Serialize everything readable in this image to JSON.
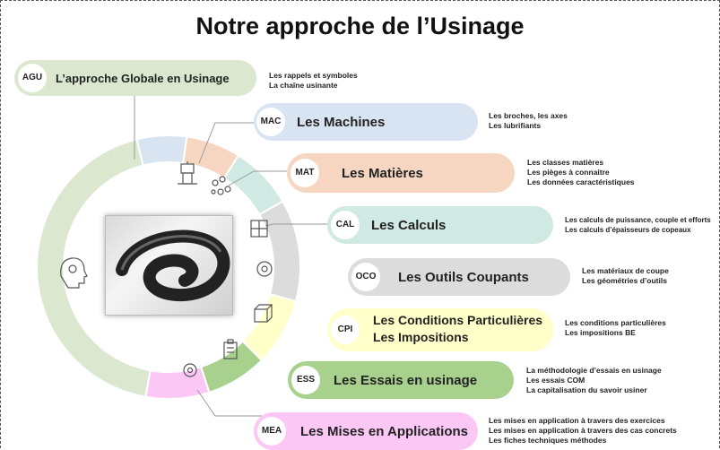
{
  "title": "Notre approche de l’Usinage",
  "colors": {
    "agu": "#dbe8cf",
    "mac": "#d9e4f2",
    "mat": "#f7d6c1",
    "cal": "#d0e9e2",
    "oco": "#dcdcdc",
    "cpi": "#ffffc9",
    "ess": "#a9d18e",
    "mea": "#fbc8f6"
  },
  "modules": [
    {
      "code": "AGU",
      "title": "L’approche Globale en Usinage",
      "lines": [
        "Les rappels et symboles",
        "La chaîne usinante"
      ],
      "icon": "head-gear-icon"
    },
    {
      "code": "MAC",
      "title": "Les Machines",
      "lines": [
        "Les broches, les axes",
        "Les lubrifiants"
      ],
      "icon": "machine-icon"
    },
    {
      "code": "MAT",
      "title": "Les Matières",
      "lines": [
        "Les classes matières",
        "Les pièges à connaitre",
        "Les données caractéristiques"
      ],
      "icon": "materials-icon"
    },
    {
      "code": "CAL",
      "title": "Les Calculs",
      "lines": [
        "Les calculs de puissance, couple et efforts",
        "Les calculs d’épaisseurs de copeaux"
      ],
      "icon": "calculator-icon"
    },
    {
      "code": "OCO",
      "title": "Les Outils Coupants",
      "lines": [
        "Les matériaux de coupe",
        "Les géométries d’outils"
      ],
      "icon": "blade-icon"
    },
    {
      "code": "CPI",
      "title": "Les Conditions Particulières",
      "title2": "Les Impositions",
      "lines": [
        "Les conditions particulières",
        "Les impositions BE"
      ],
      "icon": "cube-icon"
    },
    {
      "code": "ESS",
      "title": "Les Essais en usinage",
      "lines": [
        "La méthodologie d’essais en usinage",
        "Les essais COM",
        "La capitalisation du savoir usiner"
      ],
      "icon": "clipboard-icon"
    },
    {
      "code": "MEA",
      "title": "Les Mises en Applications",
      "lines": [
        "Les mises en application à travers des exercices",
        "Les mises en application à travers des cas concrets",
        "Les fiches techniques méthodes"
      ],
      "icon": "gears-cycle-icon"
    }
  ]
}
